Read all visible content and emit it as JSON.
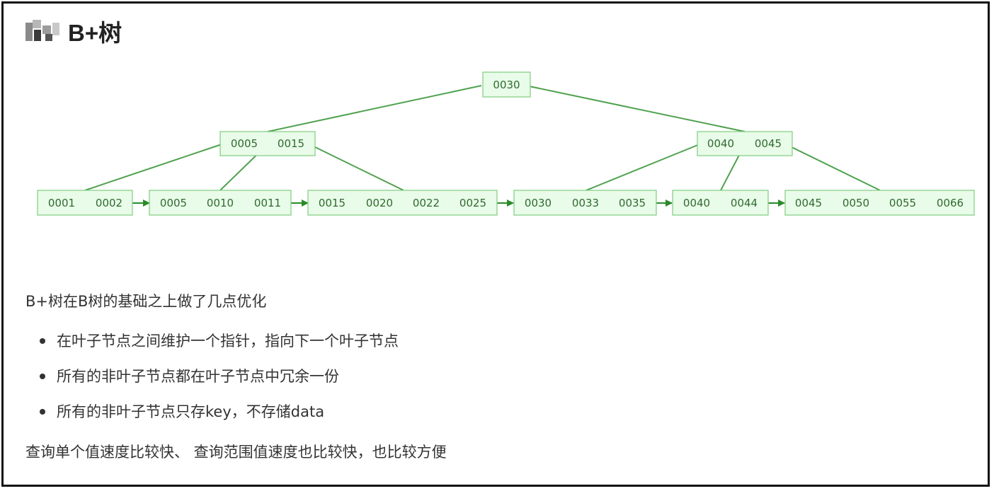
{
  "heading": {
    "title": "B+树"
  },
  "tree": {
    "root": {
      "keys": [
        "0030"
      ]
    },
    "internal": [
      {
        "keys": [
          "0005",
          "0015"
        ]
      },
      {
        "keys": [
          "0040",
          "0045"
        ]
      }
    ],
    "leaves": [
      {
        "keys": [
          "0001",
          "0002"
        ]
      },
      {
        "keys": [
          "0005",
          "0010",
          "0011"
        ]
      },
      {
        "keys": [
          "0015",
          "0020",
          "0022",
          "0025"
        ]
      },
      {
        "keys": [
          "0030",
          "0033",
          "0035"
        ]
      },
      {
        "keys": [
          "0040",
          "0044"
        ]
      },
      {
        "keys": [
          "0045",
          "0050",
          "0055",
          "0066"
        ]
      }
    ],
    "colors": {
      "node_fill": "#e9fbe9",
      "node_stroke": "#7fcd7f",
      "edge": "#4ea24e",
      "pointer": "#2a8a2a",
      "text": "#2f6a2f"
    }
  },
  "content": {
    "intro": "B+树在B树的基础之上做了几点优化",
    "points": [
      "在叶子节点之间维护一个指针，指向下一个叶子节点",
      "所有的非叶子节点都在叶子节点中冗余一份",
      "所有的非叶子节点只存key，不存储data"
    ],
    "summary": "查询单个值速度比较快、 查询范围值速度也比较快，也比较方便"
  }
}
